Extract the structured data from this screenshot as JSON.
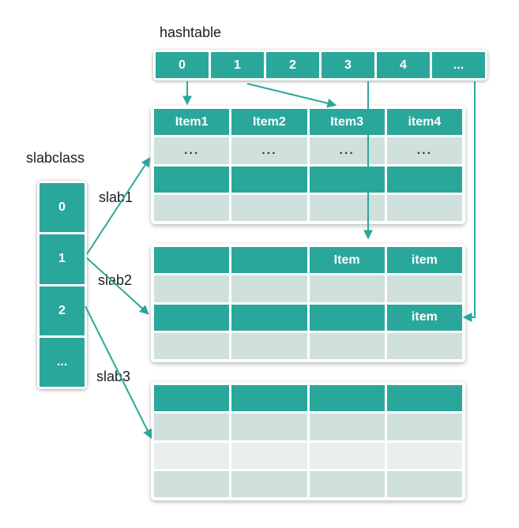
{
  "colors": {
    "teal": "#2AA79B",
    "light_cell": "#CFE0DD",
    "lighter_cell": "#E8EFED",
    "label_text": "#1C1C1C",
    "text_on_teal": "#FFFFFF",
    "arrow": "#2BA79A"
  },
  "hashtable": {
    "label": "hashtable",
    "cells": [
      "0",
      "1",
      "2",
      "3",
      "4",
      "..."
    ]
  },
  "slabclass": {
    "label": "slabclass",
    "cells": [
      "0",
      "1",
      "2",
      "..."
    ]
  },
  "slabs": [
    {
      "label": "slab1",
      "rows": [
        {
          "cells": [
            "Item1",
            "Item2",
            "Item3",
            "item4"
          ]
        },
        {
          "cells": [
            "...",
            "...",
            "...",
            "..."
          ]
        },
        {
          "cells": [
            "",
            "",
            "",
            ""
          ]
        },
        {
          "cells": [
            "",
            "",
            "",
            ""
          ]
        }
      ]
    },
    {
      "label": "slab2",
      "rows": [
        {
          "cells": [
            "",
            "",
            "Item",
            "item"
          ]
        },
        {
          "cells": [
            "",
            "",
            "",
            ""
          ]
        },
        {
          "cells": [
            "",
            "",
            "",
            "item"
          ]
        },
        {
          "cells": [
            "",
            "",
            "",
            ""
          ]
        }
      ]
    },
    {
      "label": "slab3",
      "rows": [
        {
          "cells": [
            "",
            "",
            "",
            ""
          ]
        },
        {
          "cells": [
            "",
            "",
            "",
            ""
          ]
        },
        {
          "cells": [
            "",
            "",
            "",
            ""
          ]
        },
        {
          "cells": [
            "",
            "",
            "",
            ""
          ]
        }
      ]
    }
  ],
  "arrows": [
    {
      "from": "hashtable bucket 0",
      "to": "slab1 Item1"
    },
    {
      "from": "hashtable bucket 1",
      "to": "slab1 Item3"
    },
    {
      "from": "hashtable bucket 3",
      "to": "slab2 Item"
    },
    {
      "from": "hashtable bucket ...",
      "to": "slab2 item (row 3)"
    },
    {
      "from": "slabclass 1",
      "to": "slab1"
    },
    {
      "from": "slabclass 1",
      "to": "slab2"
    },
    {
      "from": "slabclass 2",
      "to": "slab3"
    }
  ]
}
